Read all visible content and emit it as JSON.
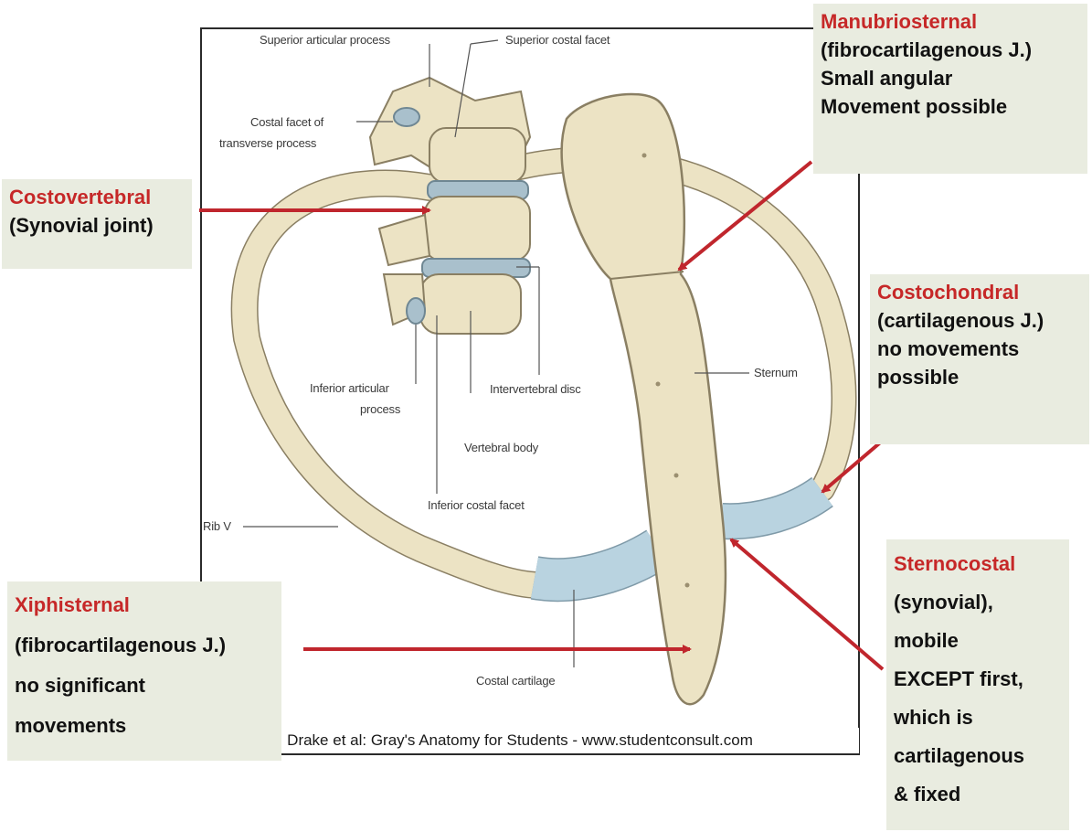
{
  "figure": {
    "labels": {
      "superior_articular_process": "Superior articular process",
      "superior_costal_facet": "Superior costal facet",
      "costal_facet_transverse_1": "Costal facet of",
      "costal_facet_transverse_2": "transverse process",
      "inferior_articular_process_1": "Inferior articular",
      "inferior_articular_process_2": "process",
      "intervertebral_disc": "Intervertebral disc",
      "vertebral_body": "Vertebral body",
      "inferior_costal_facet": "Inferior costal facet",
      "sternum": "Sternum",
      "rib_v": "Rib V",
      "costal_cartilage": "Costal cartilage"
    },
    "credit": "r. Drake et al: Gray's Anatomy for Students - www.studentconsult.com"
  },
  "callouts": {
    "manubriosternal": {
      "title": "Manubriosternal",
      "lines": [
        "(fibrocartilagenous  J.)",
        "Small angular",
        "Movement possible"
      ]
    },
    "costovertebral": {
      "title": "Costovertebral",
      "lines": [
        "(Synovial joint)"
      ]
    },
    "costochondral": {
      "title": "Costochondral",
      "lines": [
        "(cartilagenous J.)",
        " no movements",
        "possible"
      ]
    },
    "sternocostal": {
      "title": "Sternocostal",
      "lines": [
        "(synovial),",
        "mobile",
        "EXCEPT first,",
        "which is",
        "cartilagenous",
        "& fixed"
      ]
    },
    "xiphisternal": {
      "title": "Xiphisternal",
      "lines": [
        "(fibrocartilagenous  J.)",
        "no  significant",
        "movements"
      ]
    }
  },
  "colors": {
    "callout_title": "#c62828",
    "callout_bg": "#e9ece0",
    "arrow": "#c0262d",
    "bone": "#ece3c4",
    "cartilage": "#b9d3e0"
  }
}
